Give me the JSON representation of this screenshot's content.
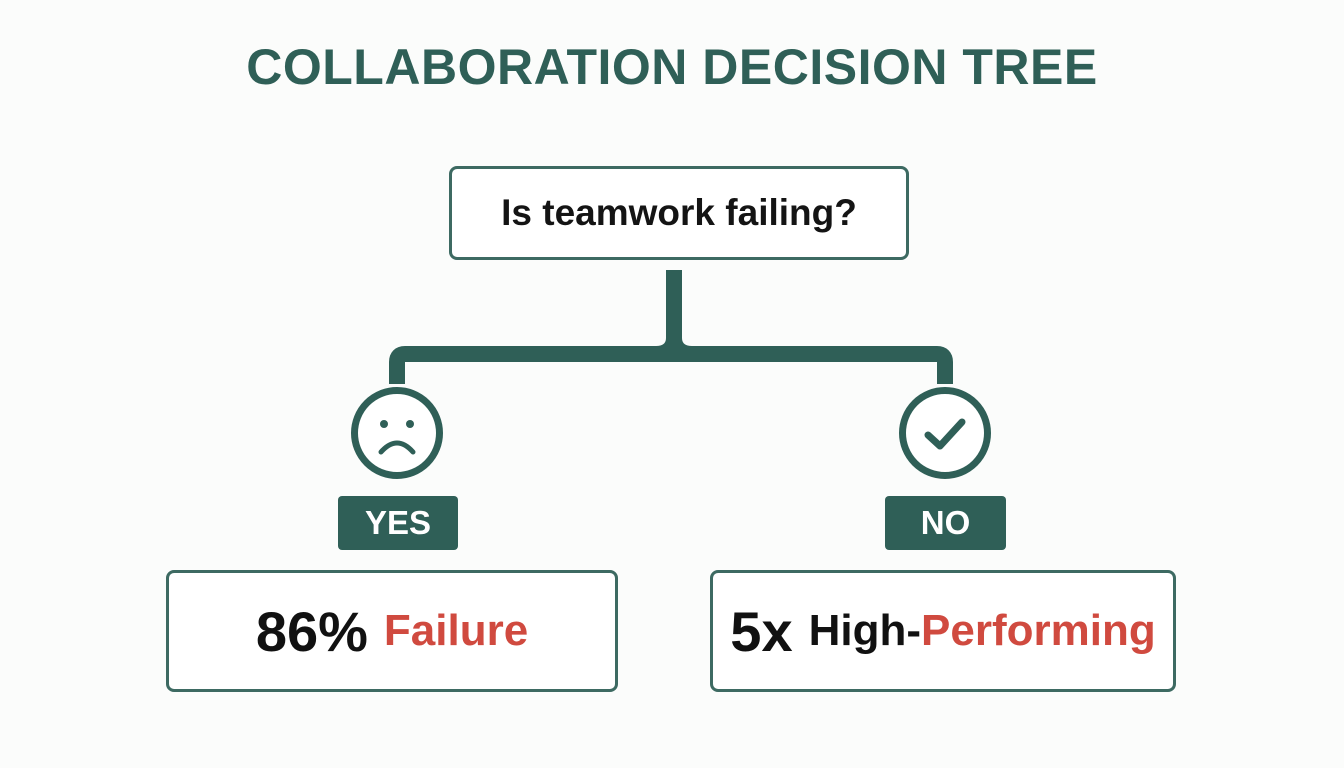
{
  "title": "COLLABORATION DECISION TREE",
  "question": "Is teamwork failing?",
  "branches": [
    {
      "icon": "sad-face-icon",
      "label": "YES",
      "result_value": "86%",
      "result_text": "Failure"
    },
    {
      "icon": "checkmark-icon",
      "label": "NO",
      "result_value": "5x",
      "result_prefix": "High-",
      "result_text": "Performing"
    }
  ],
  "colors": {
    "primary": "#2f5f57",
    "accent": "#d04a3f",
    "text": "#111111",
    "background": "#fbfcfb"
  }
}
